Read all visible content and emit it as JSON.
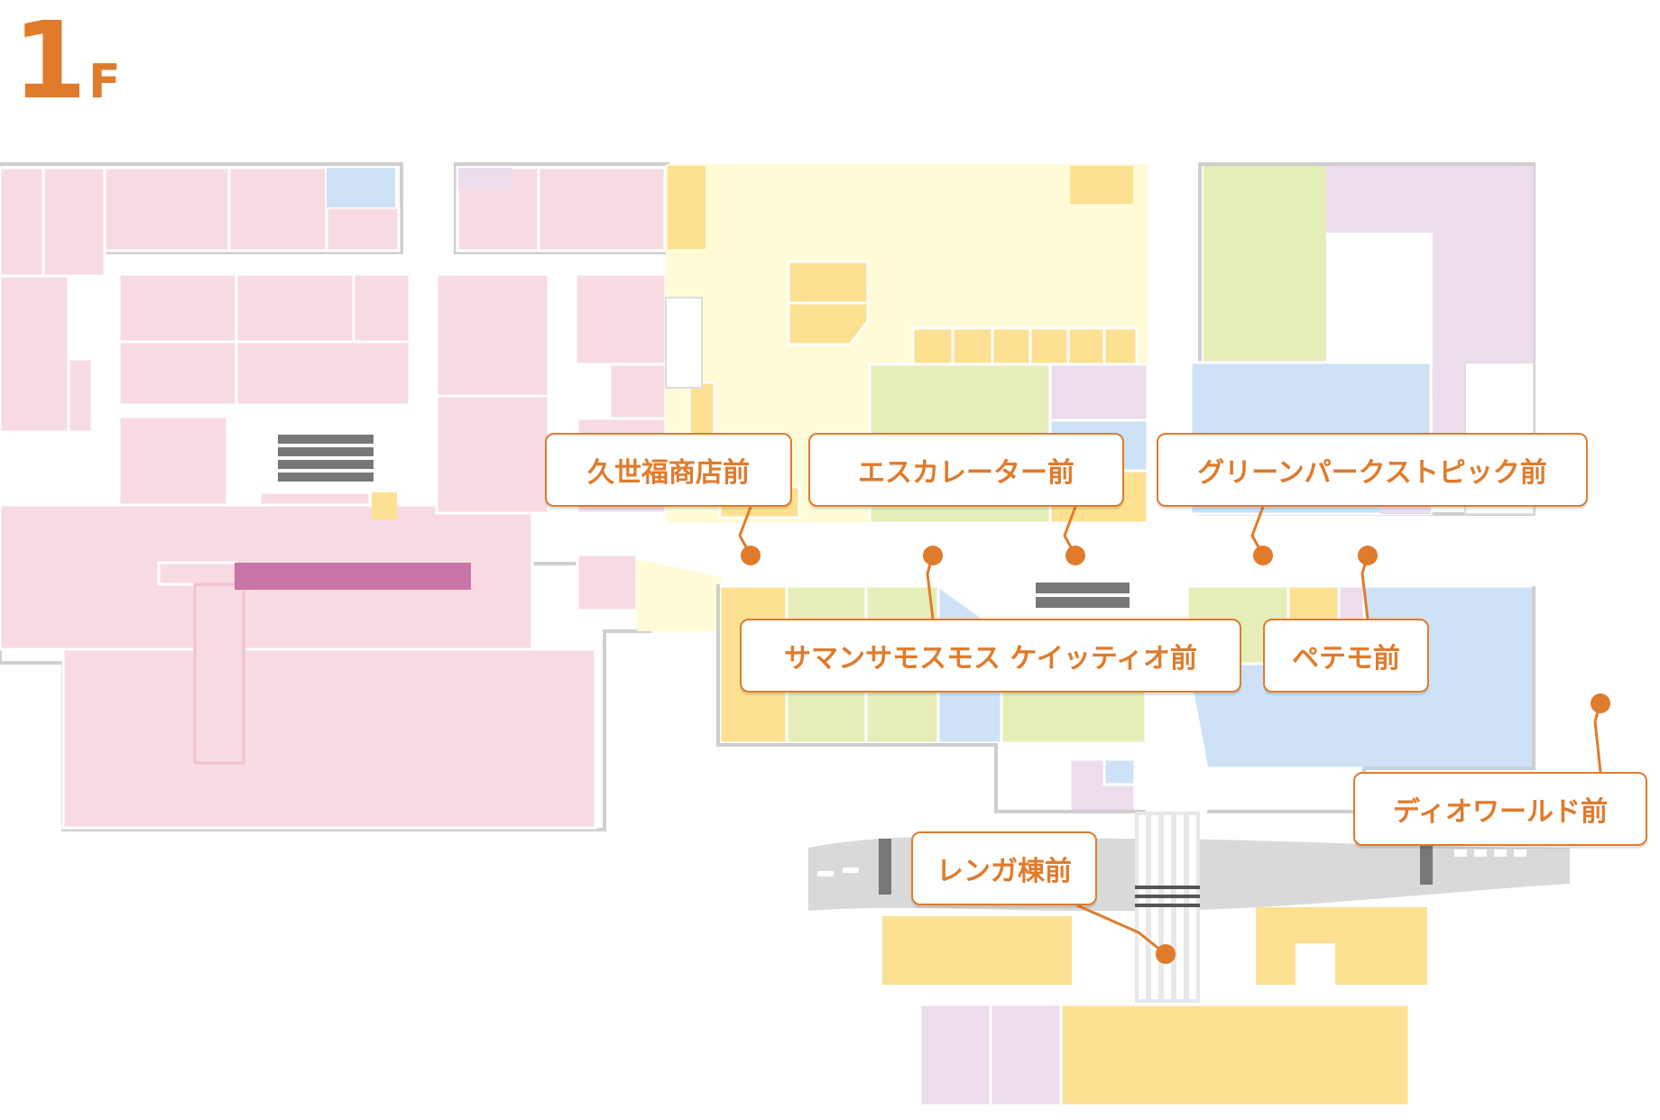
{
  "floor": {
    "number": "1",
    "unit": "F"
  },
  "colors": {
    "accent": "#e07b2c",
    "shop_pink": "#f8dbe2",
    "shop_magenta": "#c975a8",
    "shop_yellow": "#fde092",
    "shop_cream": "#fefbd6",
    "shop_green": "#e5eeb8",
    "shop_blue": "#cde2f6",
    "shop_lavender": "#ecdcec",
    "road": "#d9d9d9"
  },
  "icons": [
    "escalator-icon",
    "crosswalk-icon",
    "location-marker-icon"
  ],
  "spots": [
    {
      "id": "kuzefuku",
      "label": "久世福商店前"
    },
    {
      "id": "escalator",
      "label": "エスカレーター前"
    },
    {
      "id": "greenpark",
      "label": "グリーンパークストピック前"
    },
    {
      "id": "samansa",
      "label": "サマンサモスモス ケイッティオ前"
    },
    {
      "id": "petemo",
      "label": "ペテモ前"
    },
    {
      "id": "dioworld",
      "label": "ディオワールド前"
    },
    {
      "id": "renga",
      "label": "レンガ棟前"
    }
  ]
}
